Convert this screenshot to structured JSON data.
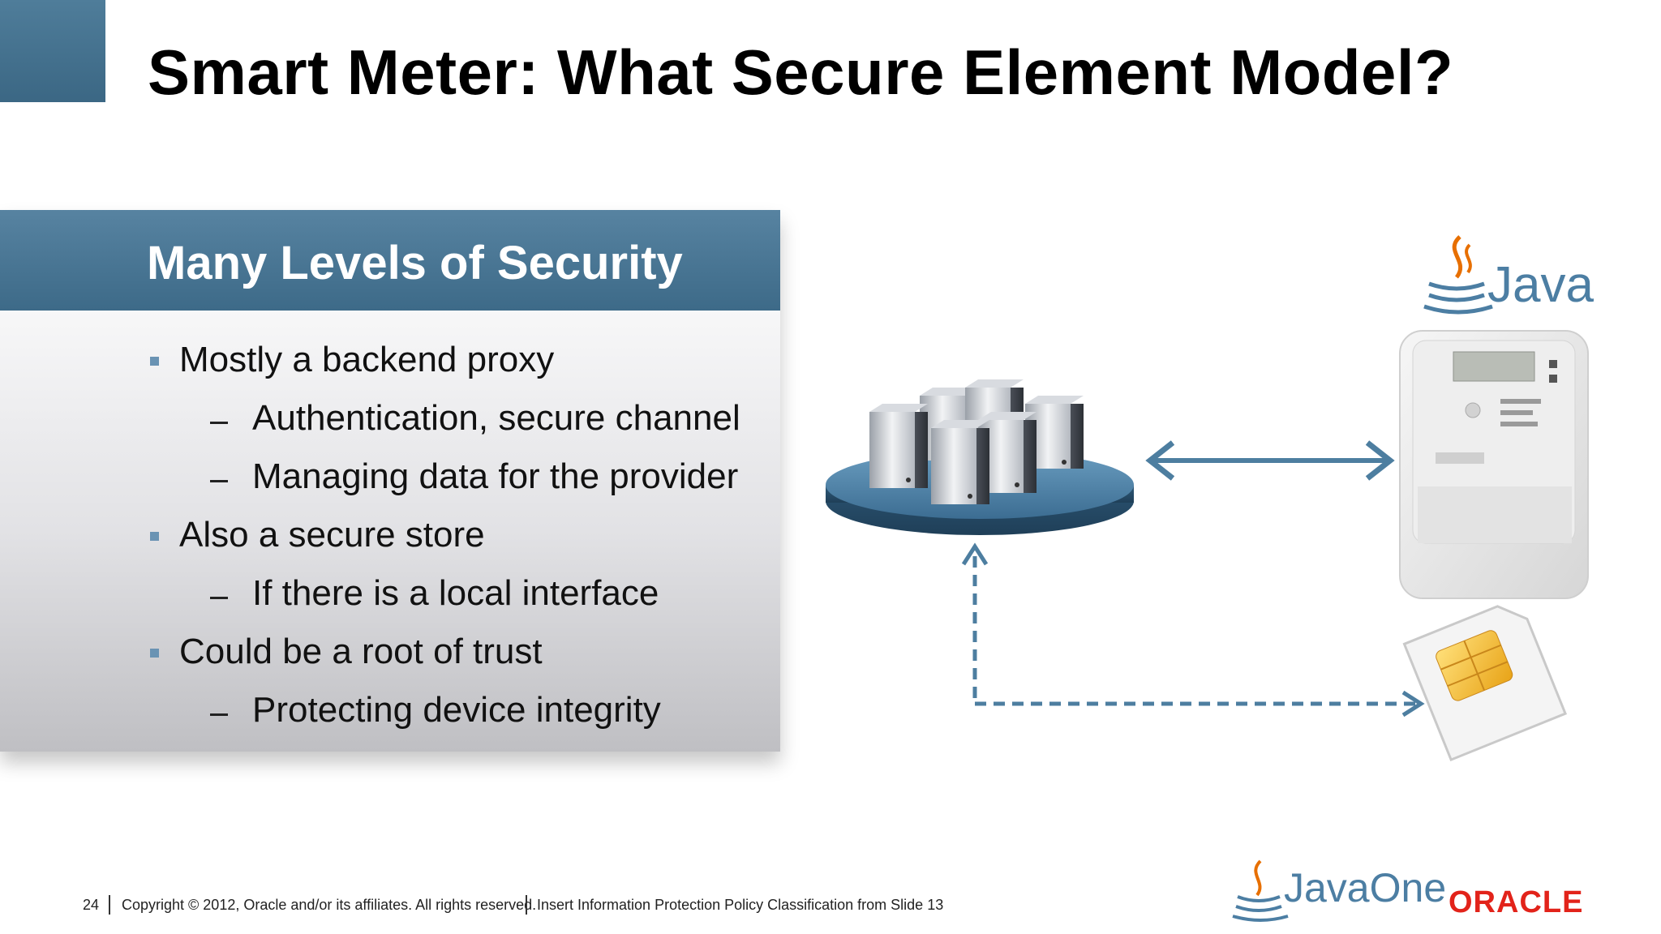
{
  "slide": {
    "title": "Smart Meter: What Secure Element Model?"
  },
  "panel": {
    "title": "Many Levels of Security",
    "items": [
      {
        "level": 1,
        "text": "Mostly a backend proxy"
      },
      {
        "level": 2,
        "text": "Authentication, secure channel"
      },
      {
        "level": 2,
        "text": "Managing data for the provider"
      },
      {
        "level": 1,
        "text": "Also a secure store"
      },
      {
        "level": 2,
        "text": "If there is a local interface"
      },
      {
        "level": 1,
        "text": "Could be a root of trust"
      },
      {
        "level": 2,
        "text": "Protecting device integrity"
      }
    ]
  },
  "diagram": {
    "java_logo_text": "Java",
    "server_icon": "server-cluster-icon",
    "meter_icon": "smart-meter-icon",
    "sim_icon": "sim-card-icon",
    "arrow_color": "#4d7ea0"
  },
  "footer": {
    "page_number": "24",
    "copyright": "Copyright © 2012, Oracle and/or its affiliates. All rights reserved.",
    "classification": "Insert Information Protection Policy Classification from Slide 13",
    "javaone_text": "JavaOne",
    "oracle_text": "ORACLE"
  },
  "colors": {
    "accent": "#3d6a88",
    "panel_header": "#4b7897",
    "bullet": "#6a93b3",
    "oracle_red": "#e2231a"
  }
}
